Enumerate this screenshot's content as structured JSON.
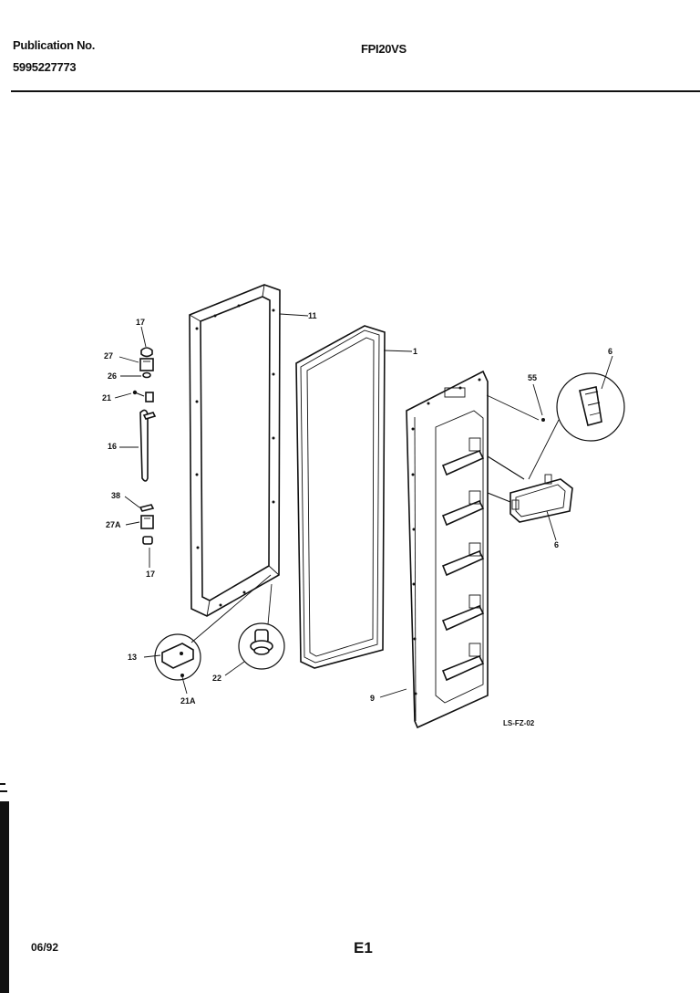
{
  "header": {
    "publication_label": "Publication No.",
    "publication_number": "5995227773",
    "model": "FPI20VS"
  },
  "footer": {
    "date": "06/92",
    "page_code": "E1"
  },
  "diagram": {
    "drawing_id": "LS-FZ-02",
    "callouts": {
      "p17a": "17",
      "p27": "27",
      "p26": "26",
      "p21": "21",
      "p16": "16",
      "p38": "38",
      "p27a": "27A",
      "p17b": "17",
      "p11": "11",
      "p1": "1",
      "p55": "55",
      "p6a": "6",
      "p6b": "6",
      "p9": "9",
      "p13": "13",
      "p21a": "21A",
      "p22": "22"
    }
  }
}
